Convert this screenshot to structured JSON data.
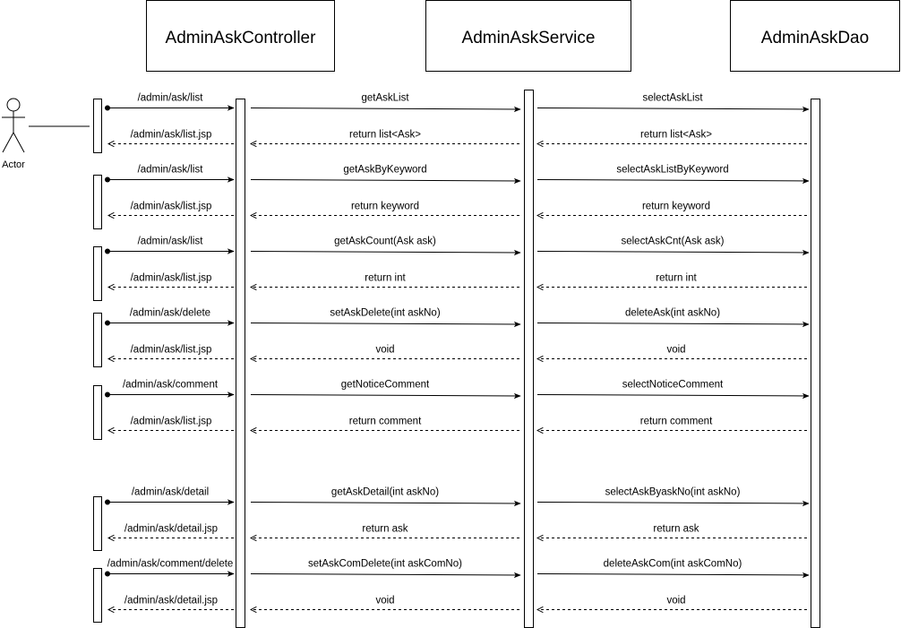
{
  "participants": [
    {
      "id": "controller",
      "name": "AdminAskController"
    },
    {
      "id": "service",
      "name": "AdminAskService"
    },
    {
      "id": "dao",
      "name": "AdminAskDao"
    }
  ],
  "actor": {
    "label": "Actor"
  },
  "interactions": [
    {
      "request": {
        "url": "/admin/ask/list",
        "service_call": "getAskList",
        "dao_call": "selectAskList"
      },
      "response": {
        "view": "/admin/ask/list.jsp",
        "service_return": "return list<Ask>",
        "dao_return": "return list<Ask>"
      }
    },
    {
      "request": {
        "url": "/admin/ask/list",
        "service_call": "getAskByKeyword",
        "dao_call": "selectAskListByKeyword"
      },
      "response": {
        "view": "/admin/ask/list.jsp",
        "service_return": "return keyword",
        "dao_return": "return keyword"
      }
    },
    {
      "request": {
        "url": "/admin/ask/list",
        "service_call": "getAskCount(Ask ask)",
        "dao_call": "selectAskCnt(Ask ask)"
      },
      "response": {
        "view": "/admin/ask/list.jsp",
        "service_return": "return int",
        "dao_return": "return int"
      }
    },
    {
      "request": {
        "url": "/admin/ask/delete",
        "service_call": "setAskDelete(int askNo)",
        "dao_call": "deleteAsk(int askNo)"
      },
      "response": {
        "view": "/admin/ask/list.jsp",
        "service_return": "void",
        "dao_return": "void"
      }
    },
    {
      "request": {
        "url": "/admin/ask/comment",
        "service_call": "getNoticeComment",
        "dao_call": "selectNoticeComment"
      },
      "response": {
        "view": "/admin/ask/list.jsp",
        "service_return": "return comment",
        "dao_return": "return comment"
      }
    },
    {
      "request": {
        "url": "/admin/ask/detail",
        "service_call": "getAskDetail(int askNo)",
        "dao_call": "selectAskByaskNo(int askNo)"
      },
      "response": {
        "view": "/admin/ask/detail.jsp",
        "service_return": "return ask",
        "dao_return": "return ask"
      }
    },
    {
      "request": {
        "url": "/admin/ask/comment/delete",
        "service_call": "setAskComDelete(int askComNo)",
        "dao_call": "deleteAskCom(int askComNo)"
      },
      "response": {
        "view": "/admin/ask/detail.jsp",
        "service_return": "void",
        "dao_return": "void"
      }
    }
  ]
}
